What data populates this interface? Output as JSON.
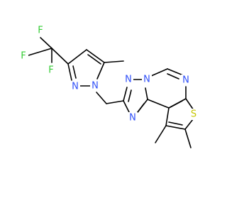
{
  "colors": {
    "background": "#ffffff",
    "bond": "#000000",
    "F": "#33cc33",
    "N": "#3050f8",
    "S": "#c6c600"
  },
  "atoms": {
    "f1": {
      "element": "F",
      "label": "F"
    },
    "f2": {
      "element": "F",
      "label": "F"
    },
    "f3": {
      "element": "F",
      "label": "F"
    },
    "n_pz2": {
      "element": "N",
      "label": "N"
    },
    "n_pz1": {
      "element": "N",
      "label": "N"
    },
    "n_tz1": {
      "element": "N",
      "label": "N"
    },
    "n_tz3": {
      "element": "N",
      "label": "N"
    },
    "n_pm": {
      "element": "N",
      "label": "N"
    },
    "s_th": {
      "element": "S",
      "label": "S"
    }
  }
}
